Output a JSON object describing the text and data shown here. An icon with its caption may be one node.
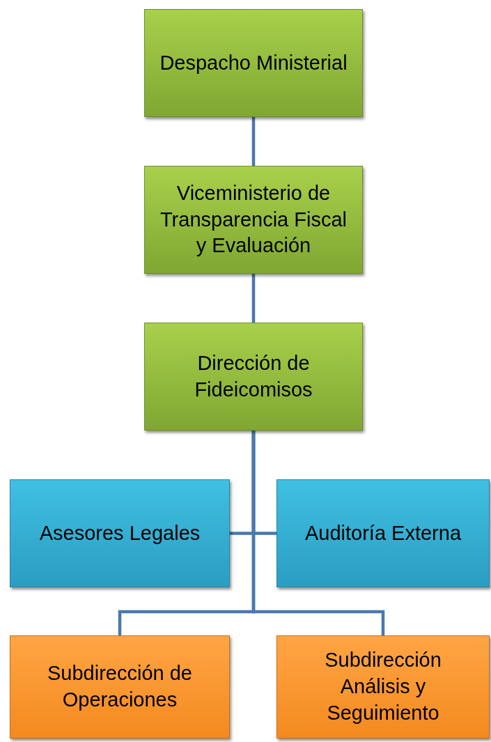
{
  "diagram": {
    "nodes": [
      {
        "text": [
          "Despacho Ministerial"
        ]
      },
      {
        "text": [
          "Viceministerio de Transparencia Fiscal y Evaluación"
        ]
      },
      {
        "text": [
          "Dirección de Fideicomisos"
        ]
      },
      {
        "text": [
          "Asesores Legales"
        ]
      },
      {
        "text": [
          "Auditoría Externa"
        ]
      },
      {
        "text": [
          "Subdirección de Operaciones"
        ]
      },
      {
        "text": [
          "Subdirección Análisis y Seguimiento"
        ]
      }
    ],
    "edges": [
      {
        "from": 0,
        "to": 1,
        "arrow": "none"
      },
      {
        "from": 1,
        "to": 2,
        "arrow": "none"
      },
      {
        "from": 2,
        "to": 3,
        "arrow": "none"
      },
      {
        "from": 2,
        "to": 4,
        "arrow": "none"
      },
      {
        "from": 2,
        "to": 5,
        "arrow": "none"
      },
      {
        "from": 2,
        "to": 6,
        "arrow": "none"
      }
    ]
  }
}
